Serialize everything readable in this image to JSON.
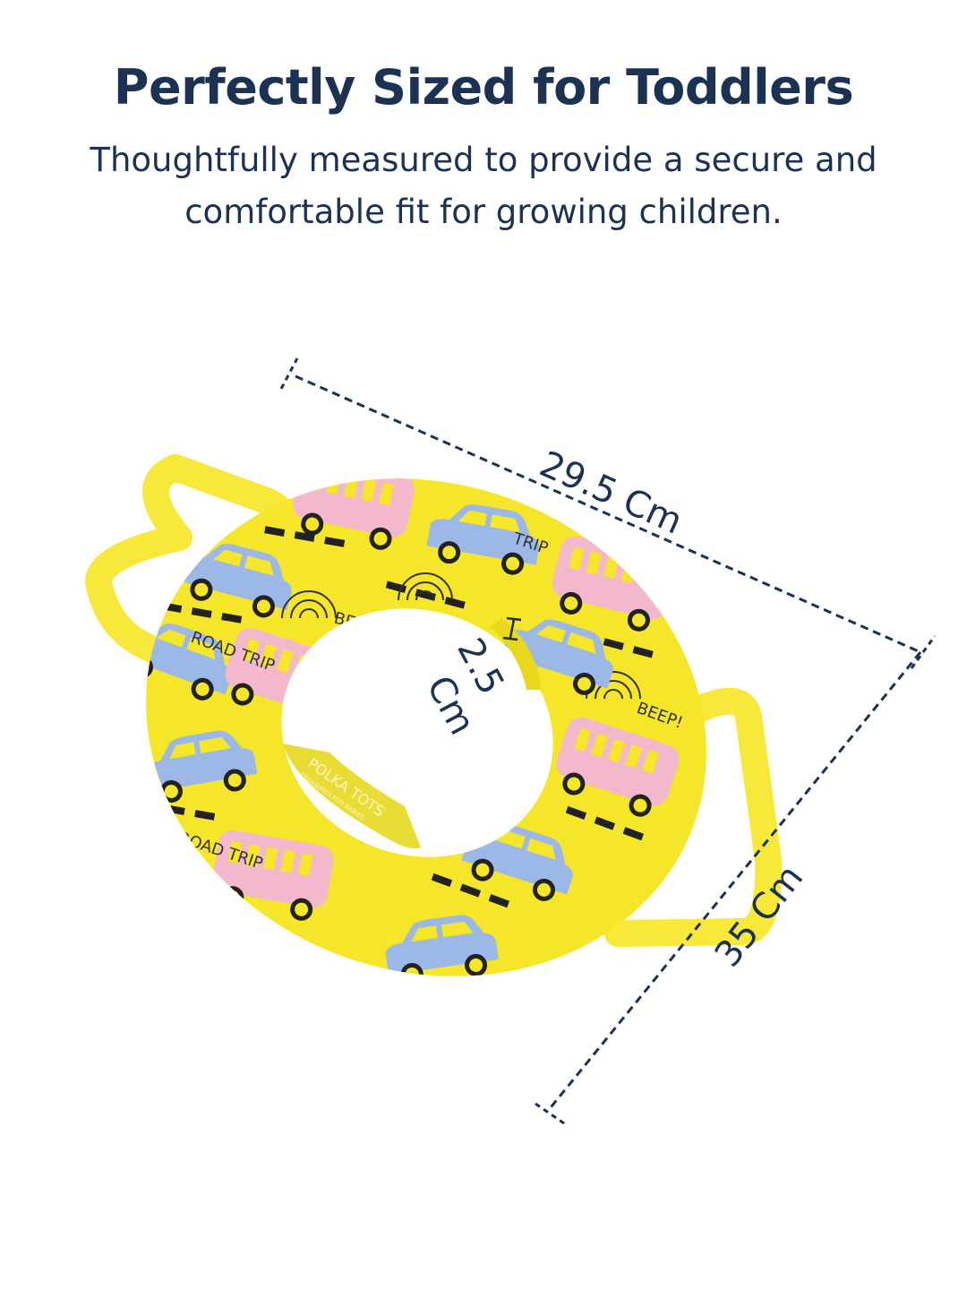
{
  "headline": "Perfectly Sized for Toddlers",
  "subline": "Thoughtfully measured to provide a secure and comfortable fit for growing children.",
  "dimensions": {
    "width_label": "29.5 Cm",
    "height_label": "35 Cm",
    "thickness_value": "2.5",
    "thickness_unit": "Cm"
  },
  "product": {
    "brand": "POLKA TOTS",
    "tagline": "TREASURES FOR BABIES",
    "doodle_words": [
      "BEEP!",
      "ROAD TRIP",
      "BEEP!",
      "ROAD TRIP",
      "TRIP"
    ]
  },
  "colors": {
    "text": "#1b3252",
    "seat": "#f5e62a",
    "handle": "#f7e83a",
    "bus": "#f4b8cc",
    "car": "#9cb8e6",
    "dashed_line": "#1b3252"
  }
}
